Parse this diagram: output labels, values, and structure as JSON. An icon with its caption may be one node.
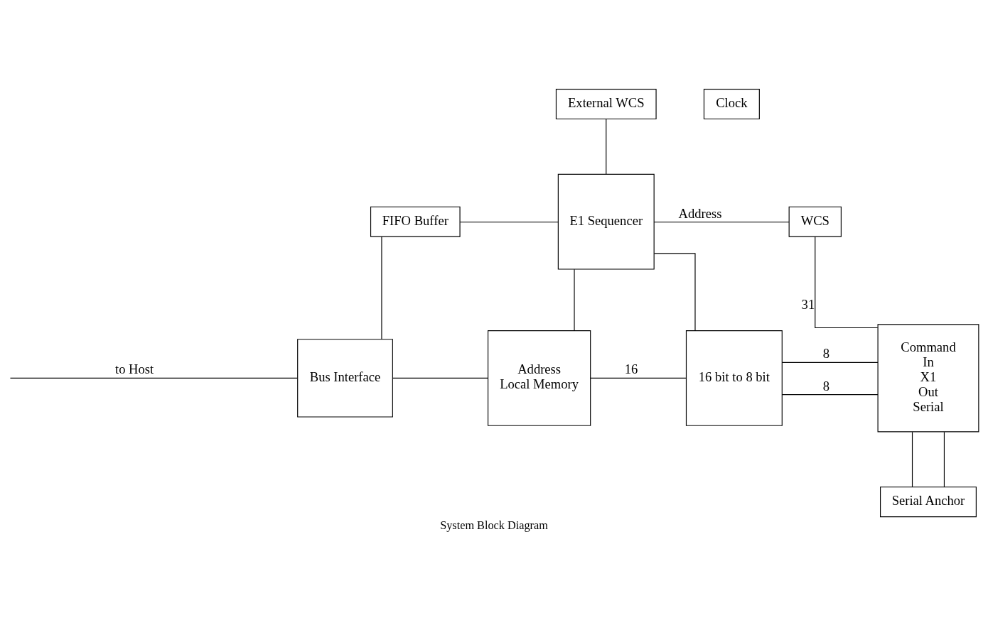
{
  "diagram": {
    "caption": "System Block Diagram",
    "nodes": [
      {
        "text": [
          "External WCS"
        ]
      },
      {
        "text": [
          "Clock"
        ]
      },
      {
        "text": [
          "FIFO Buffer"
        ]
      },
      {
        "text": [
          "E1 Sequencer"
        ]
      },
      {
        "text": [
          "WCS"
        ]
      },
      {
        "text": [
          "Bus Interface"
        ]
      },
      {
        "text": [
          "Address",
          "Local Memory"
        ]
      },
      {
        "text": [
          "16 bit to 8 bit"
        ]
      },
      {
        "text": [
          "Command",
          "In",
          "X1",
          "Out",
          "Serial"
        ]
      },
      {
        "text": [
          "Serial Anchor"
        ]
      }
    ],
    "edges": [
      {
        "from": 0,
        "to": 3,
        "arrow": "none"
      },
      {
        "from": 2,
        "to": 3,
        "arrow": "none"
      },
      {
        "from": 3,
        "to": 4,
        "arrow": "none",
        "label": "Address"
      },
      {
        "from": 2,
        "to": 5,
        "arrow": "none"
      },
      {
        "from": 3,
        "to": 6,
        "arrow": "none"
      },
      {
        "from": null,
        "to": 5,
        "arrow": "none",
        "label": "to Host"
      },
      {
        "from": 5,
        "to": 6,
        "arrow": "none"
      },
      {
        "from": 6,
        "to": 7,
        "arrow": "none",
        "label": "16"
      },
      {
        "from": 3,
        "to": 7,
        "arrow": "none"
      },
      {
        "from": 7,
        "to": 8,
        "arrow": "none",
        "label": "8"
      },
      {
        "from": 7,
        "to": 8,
        "arrow": "none",
        "label": "8"
      },
      {
        "from": 4,
        "to": 8,
        "arrow": "none",
        "label": "31"
      },
      {
        "from": 8,
        "to": 9,
        "arrow": "none"
      },
      {
        "from": 8,
        "to": 9,
        "arrow": "none"
      }
    ]
  }
}
